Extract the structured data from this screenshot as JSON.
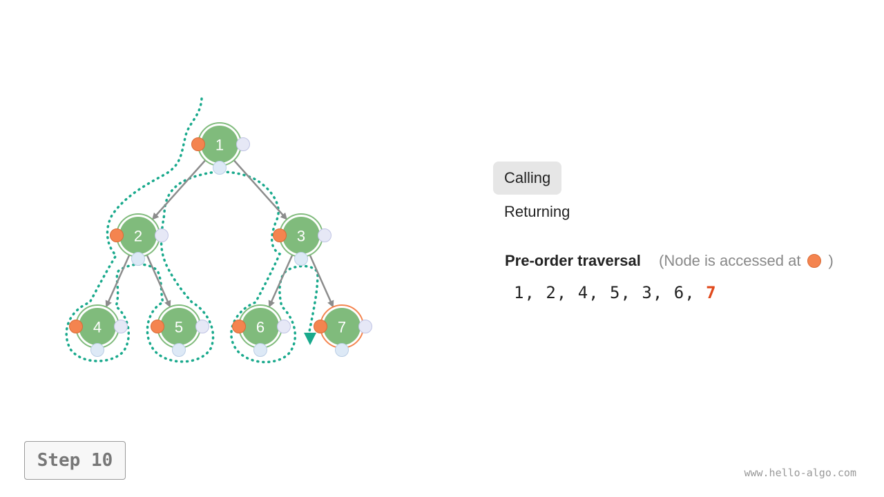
{
  "legend": {
    "calling": "Calling",
    "returning": "Returning"
  },
  "traversal": {
    "title": "Pre-order traversal",
    "note_prefix": "(Node is accessed at",
    "note_suffix": ")",
    "sequence_prefix": "1, 2, 4, 5, 3, 6, ",
    "sequence_current": "7"
  },
  "tree": {
    "nodes": [
      {
        "id": "1",
        "label": "1",
        "state": "normal"
      },
      {
        "id": "2",
        "label": "2",
        "state": "normal"
      },
      {
        "id": "3",
        "label": "3",
        "state": "normal"
      },
      {
        "id": "4",
        "label": "4",
        "state": "normal"
      },
      {
        "id": "5",
        "label": "5",
        "state": "normal"
      },
      {
        "id": "6",
        "label": "6",
        "state": "normal"
      },
      {
        "id": "7",
        "label": "7",
        "state": "current"
      }
    ],
    "edges": [
      [
        "1",
        "2"
      ],
      [
        "1",
        "3"
      ],
      [
        "2",
        "4"
      ],
      [
        "2",
        "5"
      ],
      [
        "3",
        "6"
      ],
      [
        "3",
        "7"
      ]
    ]
  },
  "colors": {
    "node_fill": "#80bb7c",
    "node_ring": "#80bb7c",
    "current_ring": "#f4844f",
    "edge": "#8c8c8c",
    "path": "#19a98c",
    "pre_dot": "#f4844f",
    "in_dot": "#dde9f6",
    "post_dot": "#e6e8f6"
  },
  "step": "Step 10",
  "watermark": "www.hello-algo.com"
}
